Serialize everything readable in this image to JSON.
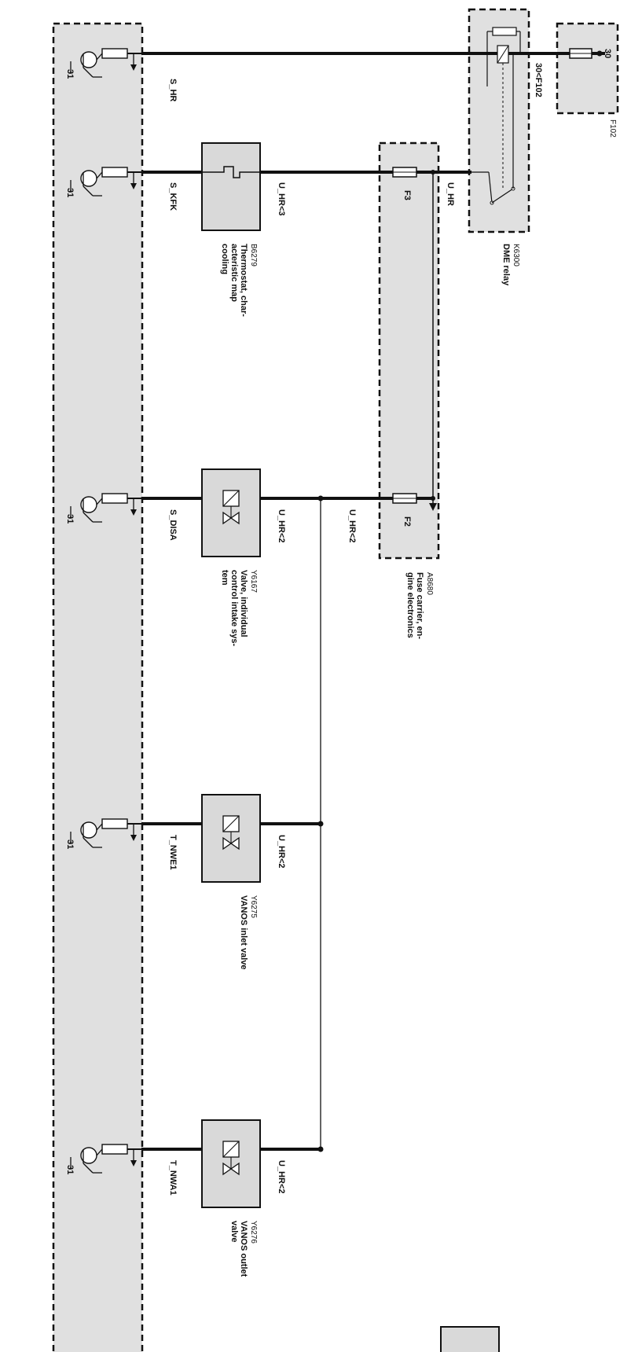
{
  "components": {
    "F102": {
      "id": "F102",
      "pin_30": "30",
      "pin_30_f102": "30<F102"
    },
    "K6300": {
      "id": "K6300",
      "desc": "DME relay"
    },
    "A8680": {
      "id": "A8680",
      "desc_1": "Fuse carrier, en-",
      "desc_2": "gine electronics",
      "fuse_f3": "F3",
      "fuse_f2": "F2"
    },
    "B6279": {
      "id": "B6279",
      "desc_1": "Thermostat, char-",
      "desc_2": "acteristic map",
      "desc_3": "cooling"
    },
    "Y6167": {
      "id": "Y6167",
      "desc_1": "Valve, individual",
      "desc_2": "control intake sys-",
      "desc_3": "tem"
    },
    "Y6275": {
      "id": "Y6275",
      "desc": "VANOS inlet valve"
    },
    "Y6276": {
      "id": "Y6276",
      "desc_1": "VANOS outlet",
      "desc_2": "valve"
    }
  },
  "signals": {
    "s_hr": "S_HR",
    "s_kfk": "S_KFK",
    "s_disa": "S_DISA",
    "t_nwe1": "T_NWE1",
    "t_nwa1": "T_NWA1",
    "u_hr": "U_HR",
    "u_hr3": "U_HR<3",
    "u_hr2_a": "U_HR<2",
    "u_hr2_b": "U_HR<2",
    "u_hr2_c": "U_HR<2",
    "u_hr2_d": "U_HR<2"
  },
  "ground": {
    "g1": "31",
    "g2": "31",
    "g3": "31",
    "g4": "31",
    "g5": "31"
  }
}
